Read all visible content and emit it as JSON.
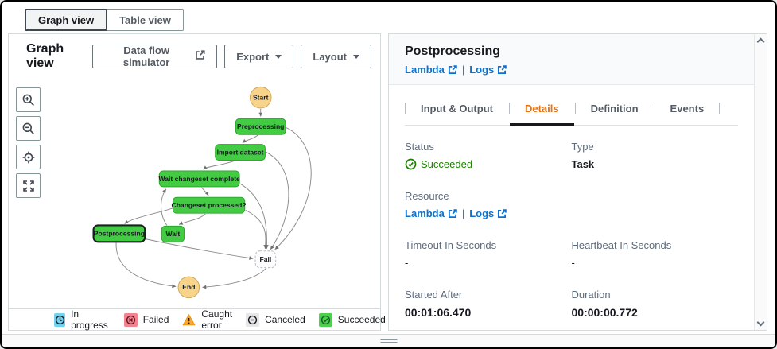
{
  "view_switcher": {
    "graph_label": "Graph view",
    "table_label": "Table view"
  },
  "graph_panel": {
    "title": "Graph view",
    "simulator_button": "Data flow simulator",
    "export_button": "Export",
    "layout_button": "Layout",
    "nodes": {
      "start": "Start",
      "preprocessing": "Preprocessing",
      "import_dataset": "Import dataset",
      "wait_changeset_complete": "Wait changeset complete",
      "changeset_processed": "Changeset processed?",
      "postprocessing": "Postprocessing",
      "wait": "Wait",
      "fail": "Fail",
      "end": "End"
    },
    "edges": [
      [
        "Start",
        "Preprocessing"
      ],
      [
        "Preprocessing",
        "Import dataset"
      ],
      [
        "Preprocessing",
        "Fail"
      ],
      [
        "Import dataset",
        "Wait changeset complete"
      ],
      [
        "Import dataset",
        "Fail"
      ],
      [
        "Wait changeset complete",
        "Changeset processed?"
      ],
      [
        "Changeset processed?",
        "Wait"
      ],
      [
        "Wait",
        "Wait changeset complete"
      ],
      [
        "Changeset processed?",
        "Postprocessing"
      ],
      [
        "Changeset processed?",
        "Fail"
      ],
      [
        "Postprocessing",
        "Fail"
      ],
      [
        "Postprocessing",
        "End"
      ],
      [
        "Fail",
        "End"
      ]
    ],
    "legend": [
      {
        "id": "in-progress",
        "label": "In progress"
      },
      {
        "id": "failed",
        "label": "Failed"
      },
      {
        "id": "caught-error",
        "label": "Caught error"
      },
      {
        "id": "canceled",
        "label": "Canceled"
      },
      {
        "id": "succeeded",
        "label": "Succeeded"
      }
    ]
  },
  "detail_panel": {
    "title": "Postprocessing",
    "links": {
      "lambda": "Lambda",
      "separator": "|",
      "logs": "Logs"
    },
    "tabs": [
      {
        "label": "Input & Output"
      },
      {
        "label": "Details"
      },
      {
        "label": "Definition"
      },
      {
        "label": "Events"
      }
    ],
    "fields": {
      "status_label": "Status",
      "status_value": "Succeeded",
      "type_label": "Type",
      "type_value": "Task",
      "resource_label": "Resource",
      "timeout_label": "Timeout In Seconds",
      "timeout_value": "-",
      "heartbeat_label": "Heartbeat In Seconds",
      "heartbeat_value": "-",
      "started_after_label": "Started After",
      "started_after_value": "00:01:06.470",
      "duration_label": "Duration",
      "duration_value": "00:00:00.772"
    }
  },
  "colors": {
    "accent_orange": "#e8710d",
    "link_blue": "#0972d3",
    "success_green": "#1d8102",
    "node_green": "#43cb43",
    "start_end_yellow": "#f7d489",
    "in_progress_blue": "#72d3ee",
    "failed_red": "#f2838f",
    "caught_error_orange": "#fba830",
    "canceled_gray": "#e7e7e7"
  }
}
